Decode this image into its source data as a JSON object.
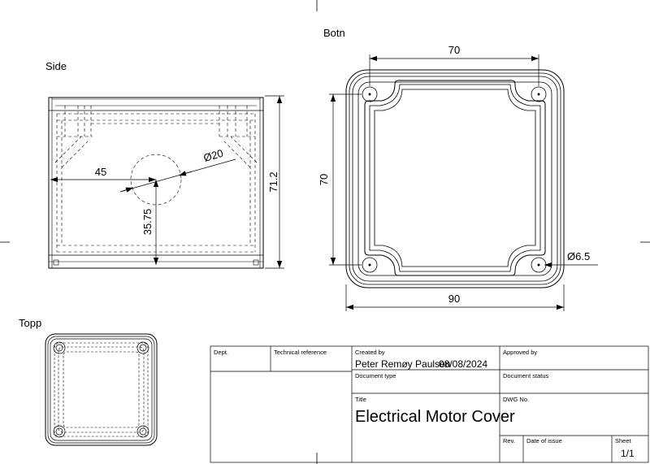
{
  "views": {
    "side": "Side",
    "bottom": "Botn",
    "top": "Topp"
  },
  "dimensions": {
    "bottom_width_top": "70",
    "bottom_height_left": "70",
    "bottom_hole": "Ø6.5",
    "bottom_width_total": "90",
    "side_hole_dia": "Ø20",
    "side_offset_x": "45",
    "side_offset_y": "35.75",
    "side_height": "71.2"
  },
  "title_block": {
    "dept_label": "Dept.",
    "tech_ref_label": "Technical reference",
    "created_by_label": "Created by",
    "created_by_value": "Peter Remøy Paulsen",
    "created_date": "08/08/2024",
    "approved_by_label": "Approved by",
    "doc_type_label": "Document type",
    "doc_status_label": "Document status",
    "title_label": "Title",
    "title_value": "Electrical Motor Cover",
    "dwg_no_label": "DWG No.",
    "rev_label": "Rev.",
    "date_issue_label": "Date of issue",
    "sheet_label": "Sheet",
    "sheet_value": "1/1"
  }
}
